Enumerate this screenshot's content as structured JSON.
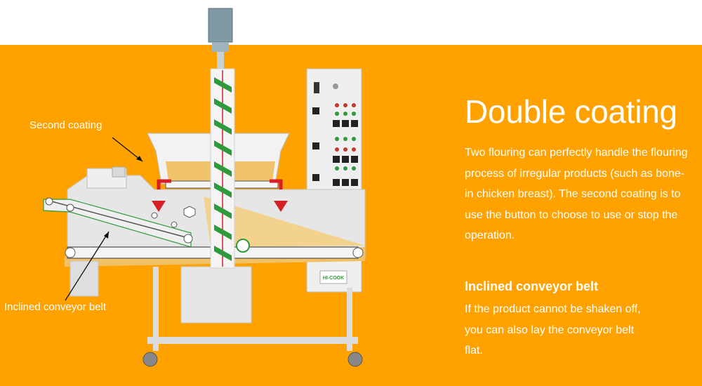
{
  "heading": "Double coating",
  "description": "Two flouring can perfectly handle the flouring process of irregular products (such as bone-in chicken breast). The second coating is to use the button to choose to use or stop the operation.",
  "subheading": "Inclined conveyor belt",
  "sub_description": "If the product cannot be shaken off, you can also lay the conveyor belt flat.",
  "callouts": {
    "second_coating": "Second coating",
    "inclined_conveyor": "Inclined conveyor belt"
  },
  "brand_plate": "HI-COOK",
  "colors": {
    "background": "#ffa200",
    "text": "#ffffff",
    "machine": "#e9e9e9",
    "auger": "#2f9a3b",
    "arrow": "#d81f26"
  }
}
